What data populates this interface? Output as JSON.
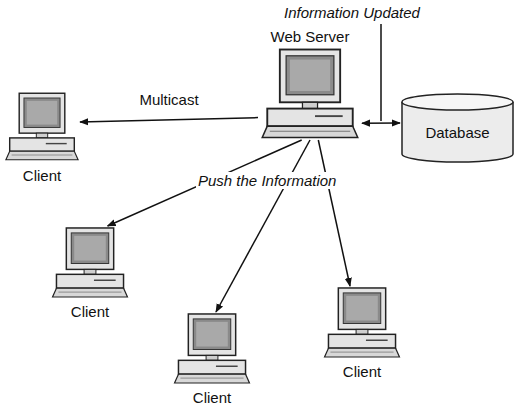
{
  "diagram": {
    "nodes": [
      {
        "text": [
          "Web Server"
        ]
      },
      {
        "text": [
          "Database"
        ]
      },
      {
        "text": [
          "Client"
        ]
      },
      {
        "text": [
          "Client"
        ]
      },
      {
        "text": [
          "Client"
        ]
      },
      {
        "text": [
          "Client"
        ]
      }
    ],
    "edges": [
      {
        "from": 0,
        "to": 2,
        "label": "Multicast",
        "arrow": "to"
      },
      {
        "from": 0,
        "to": 1,
        "arrow": "both"
      },
      {
        "from": 0,
        "to": 3,
        "arrow": "to"
      },
      {
        "from": 0,
        "to": 4,
        "arrow": "to"
      },
      {
        "from": 0,
        "to": 5,
        "arrow": "to"
      }
    ],
    "labels": [
      "Information Updated",
      "Push the Information"
    ]
  }
}
